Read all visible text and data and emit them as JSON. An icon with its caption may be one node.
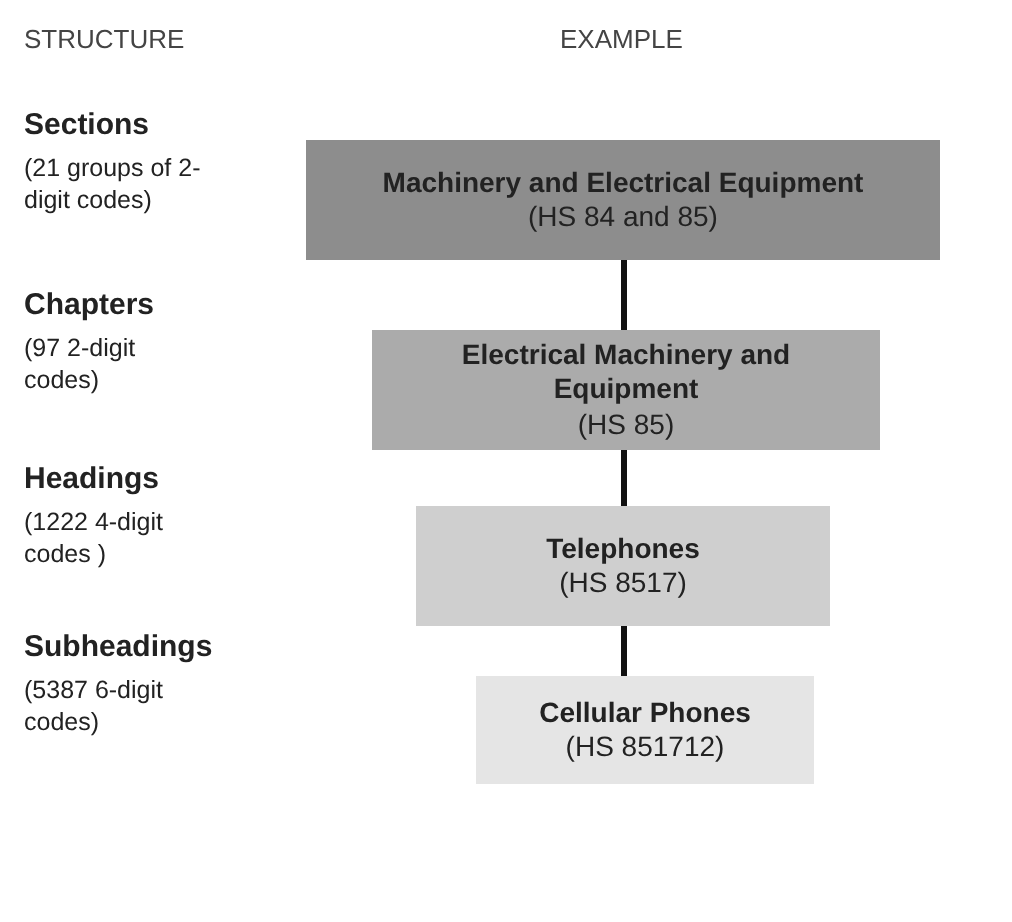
{
  "diagram": {
    "nodes": [
      {
        "text": [
          "Machinery and Electrical Equipment",
          "(HS 84 and 85)"
        ]
      },
      {
        "text": [
          "Electrical Machinery and Equipment",
          "(HS 85)"
        ]
      },
      {
        "text": [
          "Telephones",
          "(HS 8517)"
        ]
      },
      {
        "text": [
          "Cellular Phones",
          "(HS 851712)"
        ]
      }
    ],
    "edges": [
      {
        "from": 0,
        "to": 1,
        "arrow": "none"
      },
      {
        "from": 1,
        "to": 2,
        "arrow": "none"
      },
      {
        "from": 2,
        "to": 3,
        "arrow": "none"
      }
    ],
    "labels": [
      "STRUCTURE",
      "EXAMPLE",
      "Sections",
      "(21 groups of 2-digit codes)",
      "Chapters",
      "(97 2-digit codes)",
      "Headings",
      "(1222 4-digit codes )",
      "Subheadings",
      "(5387 6-digit codes)"
    ]
  }
}
